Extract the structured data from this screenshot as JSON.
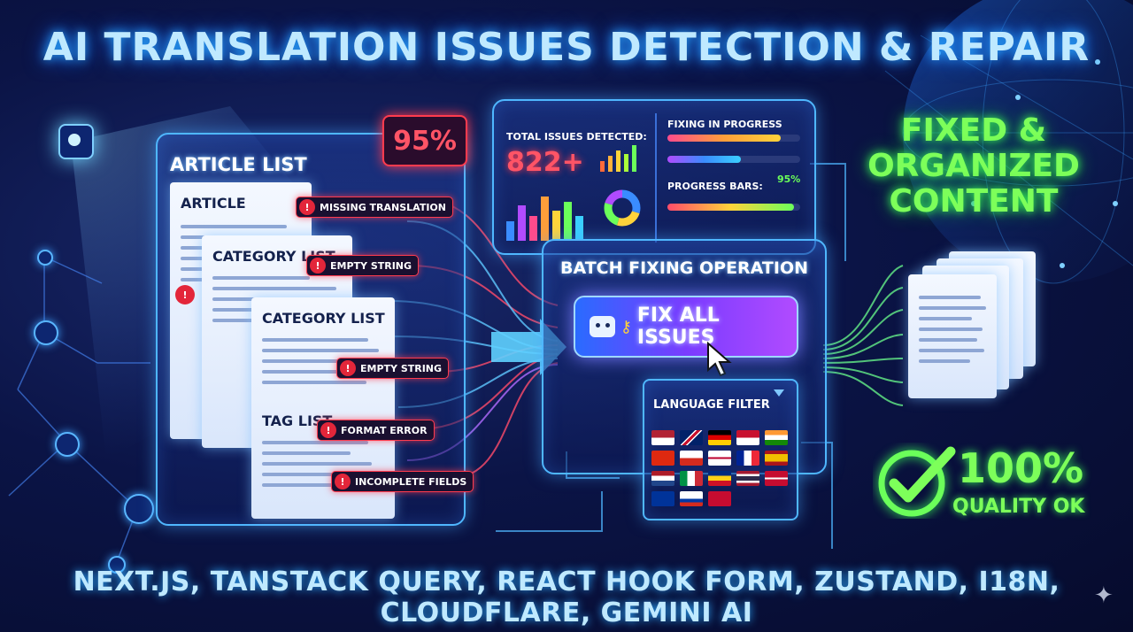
{
  "title": "AI TRANSLATION ISSUES DETECTION & REPAIR",
  "footer": "NEXT.JS, TANSTACK QUERY, REACT HOOK FORM, ZUSTAND, I18N, CLOUDFLARE, GEMINI AI",
  "left_panel": {
    "heading": "ARTICLE LIST",
    "percent_badge": "95%",
    "documents": [
      {
        "title": "ARTICLE"
      },
      {
        "title": "CATEGORY LIST"
      },
      {
        "title": "CATEGORY LIST"
      },
      {
        "title": "TAG LIST"
      }
    ],
    "issues": [
      {
        "label": "MISSING TRANSLATION"
      },
      {
        "label": "EMPTY STRING"
      },
      {
        "label": "EMPTY STRING"
      },
      {
        "label": "FORMAT ERROR"
      },
      {
        "label": "INCOMPLETE FIELDS"
      }
    ]
  },
  "stats_panel": {
    "total_label": "TOTAL ISSUES DETECTED:",
    "total_value": "822+",
    "fixing_label": "FIXING IN PROGRESS",
    "progress_label": "PROGRESS BARS:",
    "progress_value": "95%",
    "fixing_progress": [
      0.85,
      0.55
    ],
    "progress_fill": 0.95
  },
  "batch_panel": {
    "heading": "BATCH FIXING OPERATION",
    "button_label": "FIX ALL ISSUES",
    "icons": [
      "robot-icon",
      "key-icon",
      "cursor-icon"
    ]
  },
  "language_filter": {
    "label": "LANGUAGE FILTER",
    "icon": "dropdown-triangle-icon"
  },
  "right_section": {
    "headline_lines": [
      "FIXED &",
      "ORGANIZED",
      "CONTENT"
    ],
    "quality_value": "100%",
    "quality_label": "QUALITY OK",
    "icon": "checkmark-icon"
  },
  "colors": {
    "accent_blue": "#4fb7ff",
    "error_red": "#ff3b4e",
    "success_green": "#6bff5a",
    "button_purple": "#7a3cff"
  }
}
